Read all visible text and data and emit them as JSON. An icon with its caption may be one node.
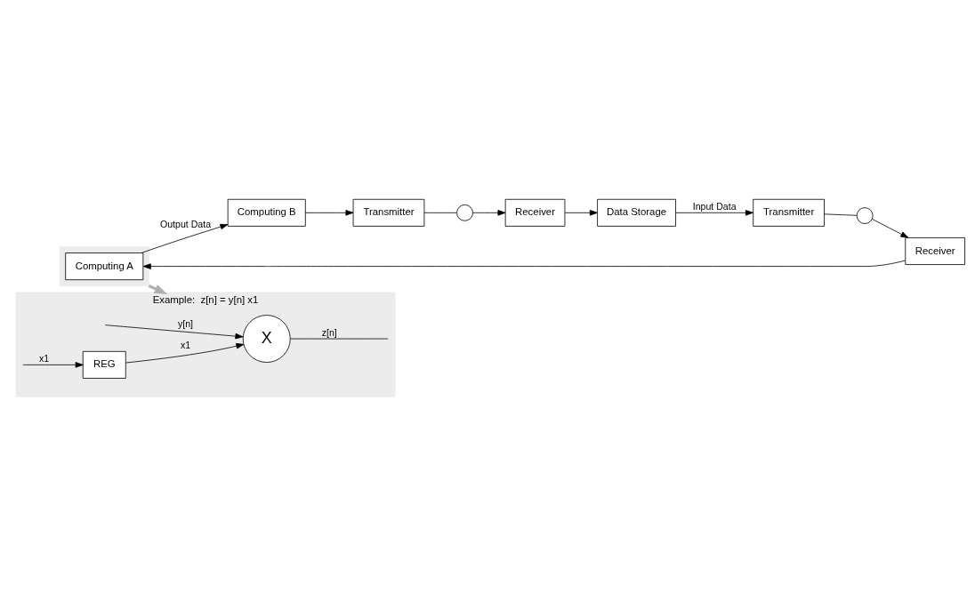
{
  "diagram": {
    "nodes": [
      {
        "text": [
          "Data Storage"
        ]
      },
      {
        "text": [
          "Receiver"
        ]
      },
      {
        "text": [],
        "shape": "circle"
      },
      {
        "text": [
          "Transmitter"
        ]
      },
      {
        "text": [
          "Computing B"
        ]
      },
      {
        "text": [
          "Transmitter"
        ]
      },
      {
        "text": [],
        "shape": "circle"
      },
      {
        "text": [
          "Receiver"
        ]
      },
      {
        "text": [],
        "shape": "box"
      },
      {
        "text": [
          "Computing A"
        ],
        "in": 8
      },
      {
        "text": [
          "Example:  z[n] = y[n] x1"
        ]
      },
      {
        "text": [
          "X"
        ],
        "in": 10
      },
      {
        "text": [
          "REG"
        ],
        "in": 10
      }
    ],
    "edges": [
      {
        "from": 4,
        "to": 3,
        "arrow": "to"
      },
      {
        "from": 3,
        "to": 2,
        "arrow": "none"
      },
      {
        "from": 2,
        "to": 1,
        "arrow": "to"
      },
      {
        "from": 1,
        "to": 0,
        "arrow": "to"
      },
      {
        "from": 0,
        "to": 5,
        "arrow": "to",
        "label": "Input Data"
      },
      {
        "from": 5,
        "to": 6,
        "arrow": "none"
      },
      {
        "from": 6,
        "to": 7,
        "arrow": "to"
      },
      {
        "from": 7,
        "to": 9,
        "arrow": "to"
      },
      {
        "from": 9,
        "to": 4,
        "arrow": "to",
        "label": "Output Data"
      },
      {
        "from": 8,
        "to": 10,
        "arrow": "to",
        "style": "thick",
        "color": "#b0b0b0"
      },
      {
        "from": null,
        "to": 11,
        "arrow": "to",
        "label": "y[n]"
      },
      {
        "from": null,
        "to": 12,
        "arrow": "to",
        "label": "x1"
      },
      {
        "from": 12,
        "to": 11,
        "arrow": "to",
        "label": "x1"
      },
      {
        "from": 11,
        "to": null,
        "arrow": "none",
        "label": "z[n]"
      }
    ]
  }
}
